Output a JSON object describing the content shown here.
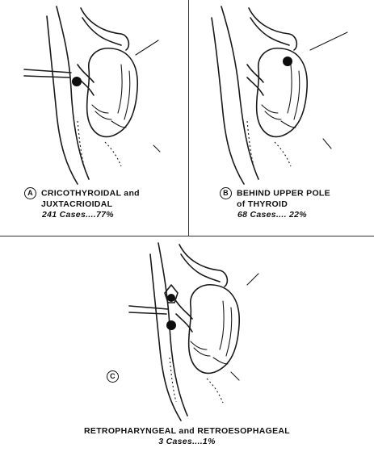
{
  "panels": {
    "a": {
      "letter": "A",
      "title_line1": "CRICOTHYROIDAL and",
      "title_line2": "JUXTACRIOIDAL",
      "stat": "241 Cases....77%"
    },
    "b": {
      "letter": "B",
      "title_line1": "BEHIND UPPER POLE",
      "title_line2": "of THYROID",
      "stat": "68 Cases.... 22%"
    },
    "c": {
      "letter": "C",
      "title_line1": "RETROPHARYNGEAL and RETROESOPHAGEAL",
      "stat": "3 Cases....1%"
    }
  }
}
